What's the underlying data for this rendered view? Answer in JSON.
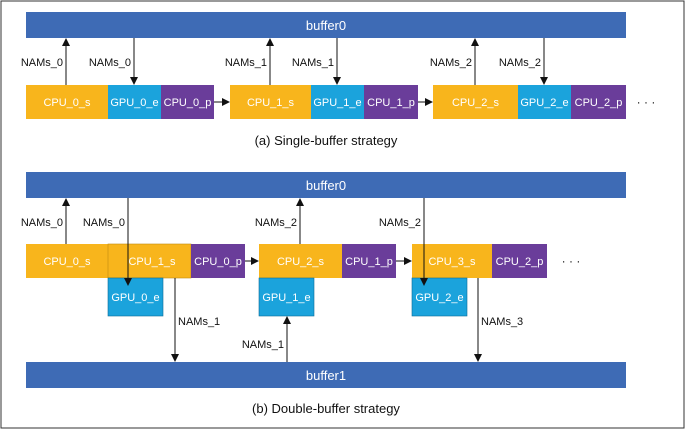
{
  "buffers": {
    "top_single": "buffer0",
    "top_double": "buffer0",
    "bottom_double": "buffer1"
  },
  "single": {
    "blocks": [
      "CPU_0_s",
      "GPU_0_e",
      "CPU_0_p",
      "CPU_1_s",
      "GPU_1_e",
      "CPU_1_p",
      "CPU_2_s",
      "GPU_2_e",
      "CPU_2_p"
    ],
    "nams": [
      "NAMs_0",
      "NAMs_0",
      "NAMs_1",
      "NAMs_1",
      "NAMs_2",
      "NAMs_2"
    ],
    "ellipsis": "· · ·",
    "caption": "(a) Single-buffer strategy"
  },
  "double": {
    "blocks": [
      "CPU_0_s",
      "CPU_1_s",
      "CPU_0_p",
      "CPU_2_s",
      "CPU_1_p",
      "CPU_3_s",
      "CPU_2_p"
    ],
    "gpu": [
      "GPU_0_e",
      "GPU_1_e",
      "GPU_2_e"
    ],
    "nams_top": [
      "NAMs_0",
      "NAMs_0",
      "NAMs_2",
      "NAMs_2"
    ],
    "nams_bottom": [
      "NAMs_1",
      "NAMs_1",
      "NAMs_3"
    ],
    "ellipsis": "· · ·",
    "caption": "(b) Double-buffer strategy"
  },
  "colors": {
    "buffer": "#3e6bb5",
    "cpu_s": "#f8b51c",
    "gpu": "#1ba3dc",
    "cpu_p": "#6a3d9a",
    "text_light": "#ffffff",
    "text_dark": "#1a1a1a"
  }
}
